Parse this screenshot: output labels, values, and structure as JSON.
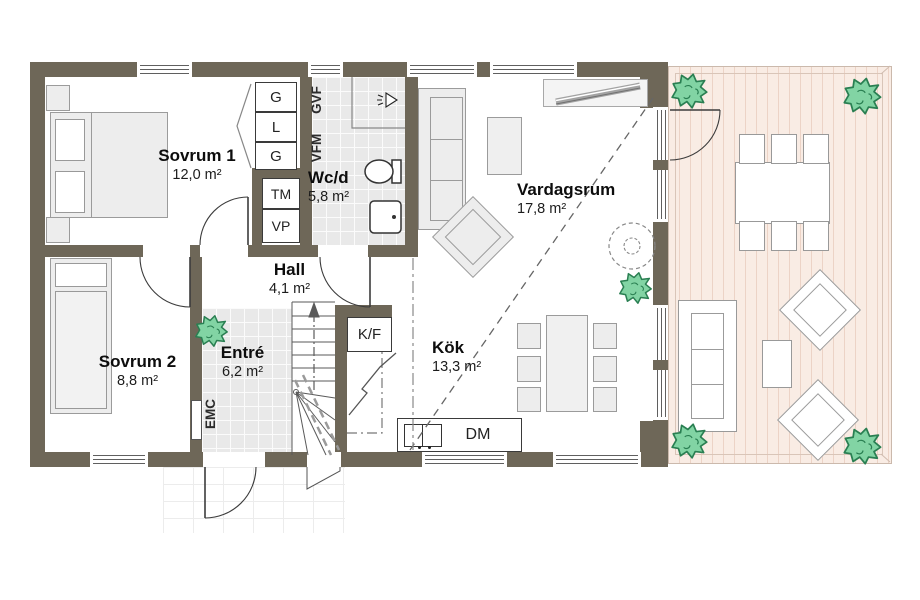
{
  "colors": {
    "wall": "#6e6758",
    "deck_background": "#f9ece4",
    "deck_stripe": "#ecd3c6",
    "tile_floor": "#e9e9e9",
    "plant_green": "#82d4a4"
  },
  "rooms": [
    {
      "name": "Sovrum 1",
      "area": "12,0 m²"
    },
    {
      "name": "Wc/d",
      "area": "5,8 m²"
    },
    {
      "name": "Vardagsrum",
      "area": "17,8 m²"
    },
    {
      "name": "Hall",
      "area": "4,1 m²"
    },
    {
      "name": "Sovrum 2",
      "area": "8,8 m²"
    },
    {
      "name": "Entré",
      "area": "6,2 m²"
    },
    {
      "name": "Kök",
      "area": "13,3 m²"
    }
  ],
  "fixtures": {
    "wardrobe_1": "G",
    "linen_closet": "L",
    "wardrobe_2": "G",
    "washing_machine": "TM",
    "heat_pump": "VP",
    "fridge_freezer": "K/F",
    "dishwasher": "DM",
    "electrical_cabinet": "EMC",
    "vfm": "VFM",
    "gvf": "GVF"
  }
}
